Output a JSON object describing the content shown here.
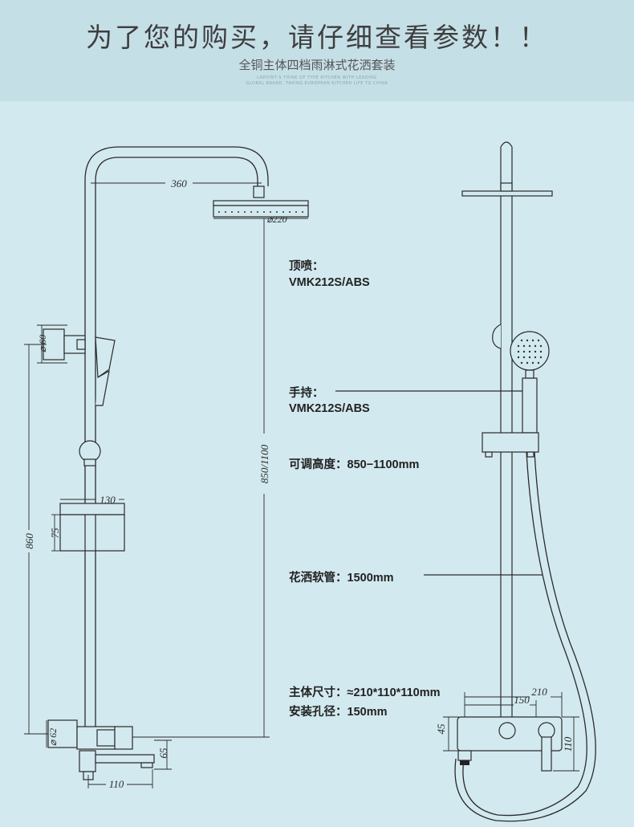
{
  "header": {
    "title": "为了您的购买，请仔细查看参数！！",
    "subtitle": "全铜主体四档雨淋式花洒套装",
    "tagline_1": "LAPOINT·S THINK OF TYPE KITCHEN WITH LEADING",
    "tagline_2": "GLOBAL BRAND, TAKING EUROPEAN KITCHEN LIFE TO CHINA"
  },
  "dimensions": {
    "arm_length": "360",
    "top_head_diameter": "⌀220",
    "height_range": "850/1100",
    "holder_diameter": "⌀ 60",
    "shelf_width": "130",
    "shelf_height": "75",
    "total_height": "860",
    "valve_diameter": "⌀ 62",
    "spout_height": "65",
    "spout_width": "110",
    "body_width": "210",
    "body_width_inner": "150",
    "body_height": "45",
    "body_depth": "110"
  },
  "specs": {
    "top_spray": {
      "label": "顶喷：",
      "value": "VMK212S/ABS"
    },
    "handheld": {
      "label": "手持：",
      "value": "VMK212S/ABS"
    },
    "adjustable_height": {
      "label": "可调高度：",
      "value": "850−1100mm"
    },
    "hose": {
      "label": "花洒软管：",
      "value": "1500mm"
    },
    "body_size": {
      "label": "主体尺寸：",
      "value": "≈210*110*110mm"
    },
    "install_hole": {
      "label": "安装孔径：",
      "value": "150mm"
    }
  }
}
